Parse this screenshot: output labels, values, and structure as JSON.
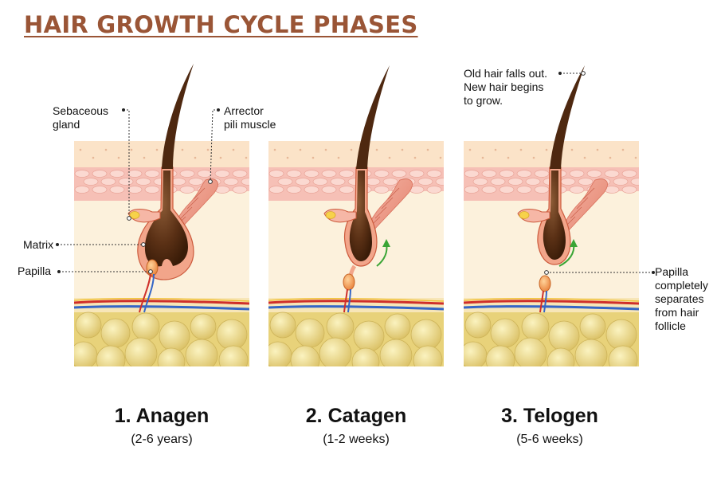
{
  "title": "HAIR GROWTH CYCLE PHASES",
  "labels": {
    "sebaceous_gland": "Sebaceous\ngland",
    "arrector_pili": "Arrector\npili muscle",
    "matrix": "Matrix",
    "papilla": "Papilla",
    "old_hair": "Old hair falls out.\nNew hair begins\nto grow.",
    "papilla_separates": "Papilla\ncompletely\nseparates\nfrom hair\nfollicle"
  },
  "phases": [
    {
      "title": "1. Anagen",
      "duration": "(2-6 years)"
    },
    {
      "title": "2. Catagen",
      "duration": "(1-2 weeks)"
    },
    {
      "title": "3. Telogen",
      "duration": "(5-6 weeks)"
    }
  ],
  "colors": {
    "title": "#9a5536",
    "hair": "#4e2810",
    "follicle": "#f2a58a",
    "fat": "#e8d27a",
    "growth_arrow": "#3aa535"
  }
}
